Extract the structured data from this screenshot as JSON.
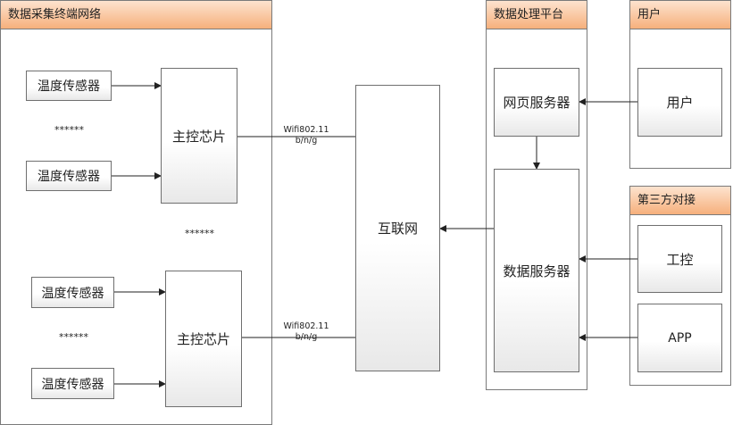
{
  "groups": {
    "collection": "数据采集终端网络",
    "platform": "数据处理平台",
    "user": "用户",
    "third_party": "第三方对接"
  },
  "nodes": {
    "sensor": "温度传感器",
    "main_chip": "主控芯片",
    "internet": "互联网",
    "web_server": "网页服务器",
    "data_server": "数据服务器",
    "user": "用户",
    "industrial_control": "工控",
    "app": "APP"
  },
  "ellipsis": "******",
  "links": {
    "wifi_line1": "Wifi802.11",
    "wifi_line2": "b/n/g"
  }
}
